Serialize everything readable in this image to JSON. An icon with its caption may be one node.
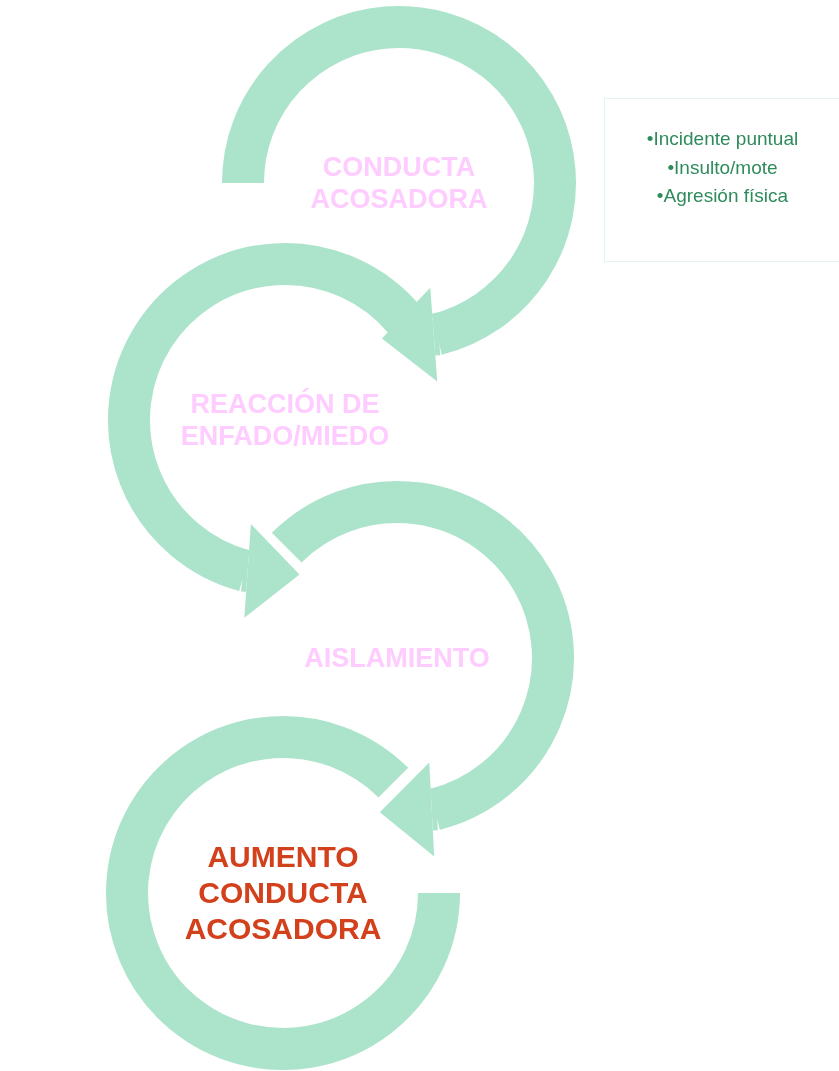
{
  "diagram": {
    "nodes": [
      {
        "text": [
          "CONDUCTA ACOSADORA"
        ]
      },
      {
        "text": [
          "REACCIÓN DE ENFADO/MIEDO"
        ]
      },
      {
        "text": [
          "AISLAMIENTO"
        ]
      },
      {
        "text": [
          "AUMENTO CONDUCTA ACOSADORA"
        ]
      },
      {
        "text": [
          "•Incidente puntual",
          "•Insulto/mote",
          "•Agresión física"
        ]
      }
    ],
    "edges": [
      {
        "from": 0,
        "to": 1,
        "arrow": "to"
      },
      {
        "from": 1,
        "to": 2,
        "arrow": "to"
      },
      {
        "from": 2,
        "to": 3,
        "arrow": "to"
      }
    ]
  }
}
